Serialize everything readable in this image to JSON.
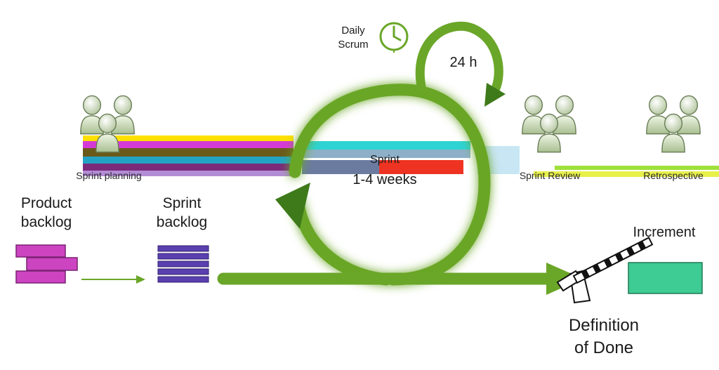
{
  "labels": {
    "daily_scrum_line1": "Daily",
    "daily_scrum_line2": "Scrum",
    "hours": "24 h",
    "sprint": "Sprint",
    "duration": "1-4 weeks",
    "sprint_planning": "Sprint planning",
    "sprint_review": "Sprint Review",
    "retrospective": "Retrospective",
    "product_backlog_line1": "Product",
    "product_backlog_line2": "backlog",
    "sprint_backlog_line1": "Sprint",
    "sprint_backlog_line2": "backlog",
    "increment": "Increment",
    "dod_line1": "Definition",
    "dod_line2": "of Done"
  },
  "icons": {
    "clock": "clock-icon",
    "people": "people-group-icon",
    "backlog": "stacked-bars-icon",
    "gate": "barrier-gate-icon"
  },
  "colors": {
    "cycle_green": "#6aa628",
    "glow_green": "#b9f27a",
    "product_backlog": "#cc44c0",
    "sprint_backlog": "#5a3fb0",
    "increment": "#3ecb94",
    "arrow_dark": "#3f7a1a",
    "people": "#d7e6c4"
  }
}
